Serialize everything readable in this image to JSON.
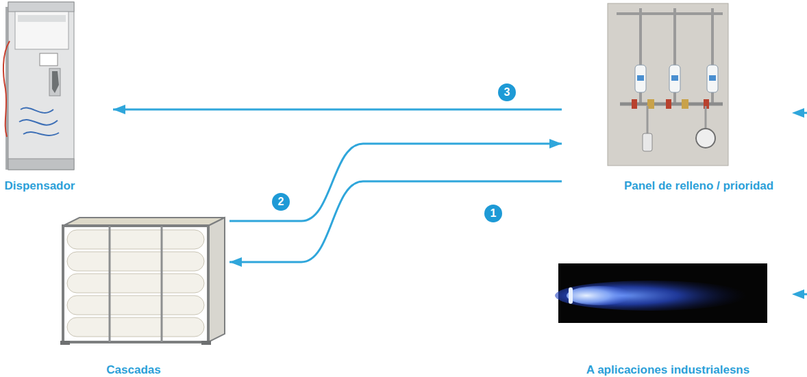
{
  "diagram": {
    "nodes": [
      {
        "text": [
          "Dispensador"
        ]
      },
      {
        "text": [
          "Panel de relleno / prioridad"
        ]
      },
      {
        "text": [
          "Cascadas"
        ]
      },
      {
        "text": [
          "A aplicaciones industrialesns"
        ]
      }
    ],
    "edges": [
      {
        "from": 1,
        "to": 2,
        "arrow": "to",
        "label": "1"
      },
      {
        "from": 2,
        "to": 1,
        "arrow": "to",
        "label": "2"
      },
      {
        "from": 1,
        "to": 0,
        "arrow": "to",
        "label": "3"
      }
    ]
  }
}
